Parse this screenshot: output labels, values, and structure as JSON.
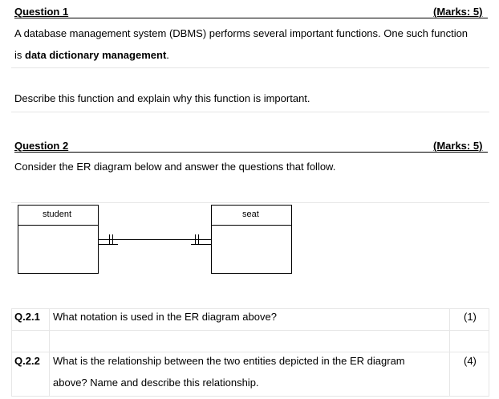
{
  "q1": {
    "title": "Question 1",
    "marks": "(Marks: 5)",
    "text_pre": "A database management system (DBMS) performs several important functions. One such function",
    "text_line2_pre": "is ",
    "text_bold": "data dictionary management",
    "text_line2_post": ".",
    "instruction": "Describe this function and explain why this function is important."
  },
  "q2": {
    "title": "Question 2",
    "marks": "(Marks: 5)",
    "intro": "Consider the ER diagram below and answer the questions that follow.",
    "diagram": {
      "entities": [
        {
          "name": "student"
        },
        {
          "name": "seat"
        }
      ]
    },
    "sub": [
      {
        "number": "Q.2.1",
        "text": "What notation is used in the ER diagram above?",
        "marks": "(1)"
      },
      {
        "number": "Q.2.2",
        "text_line1": "What is the relationship between the two entities depicted in the ER diagram",
        "text_line2": "above? Name and describe this relationship.",
        "marks": "(4)"
      }
    ]
  }
}
